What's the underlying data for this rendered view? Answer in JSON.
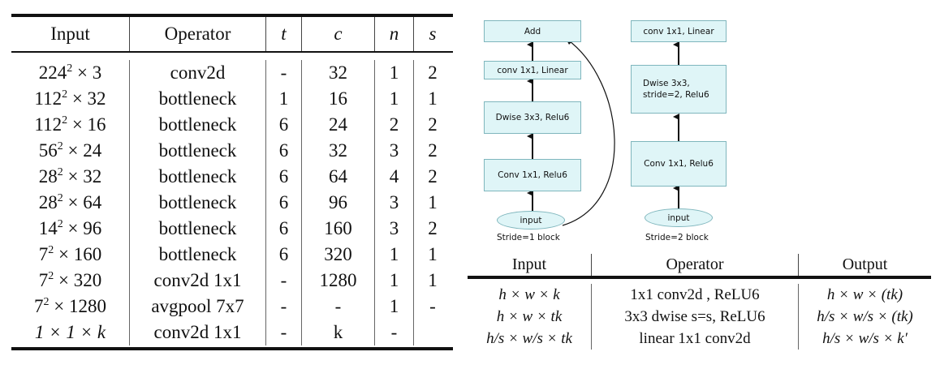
{
  "left_table": {
    "headers": [
      "Input",
      "Operator",
      "t",
      "c",
      "n",
      "s"
    ],
    "rows": [
      [
        "224",
        "2",
        "× 3",
        "conv2d",
        "-",
        "32",
        "1",
        "2"
      ],
      [
        "112",
        "2",
        "× 32",
        "bottleneck",
        "1",
        "16",
        "1",
        "1"
      ],
      [
        "112",
        "2",
        "× 16",
        "bottleneck",
        "6",
        "24",
        "2",
        "2"
      ],
      [
        "56",
        "2",
        "× 24",
        "bottleneck",
        "6",
        "32",
        "3",
        "2"
      ],
      [
        "28",
        "2",
        "× 32",
        "bottleneck",
        "6",
        "64",
        "4",
        "2"
      ],
      [
        "28",
        "2",
        "× 64",
        "bottleneck",
        "6",
        "96",
        "3",
        "1"
      ],
      [
        "14",
        "2",
        "× 96",
        "bottleneck",
        "6",
        "160",
        "3",
        "2"
      ],
      [
        "7",
        "2",
        "× 160",
        "bottleneck",
        "6",
        "320",
        "1",
        "1"
      ],
      [
        "7",
        "2",
        "× 320",
        "conv2d 1x1",
        "-",
        "1280",
        "1",
        "1"
      ],
      [
        "7",
        "2",
        "× 1280",
        "avgpool 7x7",
        "-",
        "-",
        "1",
        "-"
      ],
      [
        "1 × 1 × k",
        "",
        "",
        "conv2d 1x1",
        "-",
        "k",
        "-",
        ""
      ]
    ]
  },
  "diagram": {
    "stride1": {
      "add": "Add",
      "linear": "conv 1x1, Linear",
      "dwise": "Dwise 3x3, Relu6",
      "conv": "Conv 1x1, Relu6",
      "input": "input",
      "caption": "Stride=1 block"
    },
    "stride2": {
      "linear": "conv 1x1, Linear",
      "dwise_line1": "Dwise 3x3,",
      "dwise_line2": "stride=2, Relu6",
      "conv": "Conv 1x1, Relu6",
      "input": "input",
      "caption": "Stride=2 block"
    }
  },
  "right_table": {
    "headers": [
      "Input",
      "Operator",
      "Output"
    ],
    "rows": [
      {
        "input": "h × w × k",
        "operator": "1x1 conv2d , ReLU6",
        "output": "h × w × (tk)"
      },
      {
        "input": "h × w × tk",
        "operator": "3x3 dwise s=s, ReLU6",
        "output": "h/s × w/s × (tk)"
      },
      {
        "input": "h/s × w/s × tk",
        "operator": "linear 1x1 conv2d",
        "output": "h/s × w/s × k′"
      }
    ]
  }
}
